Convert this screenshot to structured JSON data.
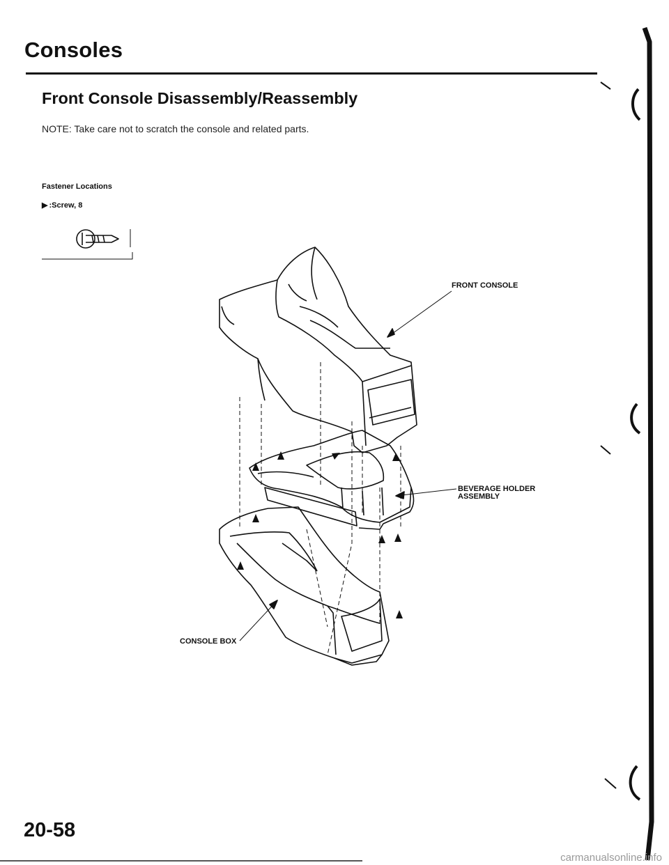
{
  "header": {
    "section_title": "Consoles",
    "subsection_title": "Front Console Disassembly/Reassembly"
  },
  "note": "NOTE: Take care not to scratch the console and related parts.",
  "legend": {
    "heading": "Fastener Locations",
    "screw_label": ":Screw, 8"
  },
  "callouts": {
    "front_console": "FRONT CONSOLE",
    "beverage_holder_line1": "BEVERAGE HOLDER",
    "beverage_holder_line2": "ASSEMBLY",
    "console_box": "CONSOLE BOX"
  },
  "footer": {
    "page_number": "20-58",
    "watermark": "carmanualsonline.info"
  },
  "colors": {
    "ink": "#111111",
    "rule": "#111111"
  }
}
